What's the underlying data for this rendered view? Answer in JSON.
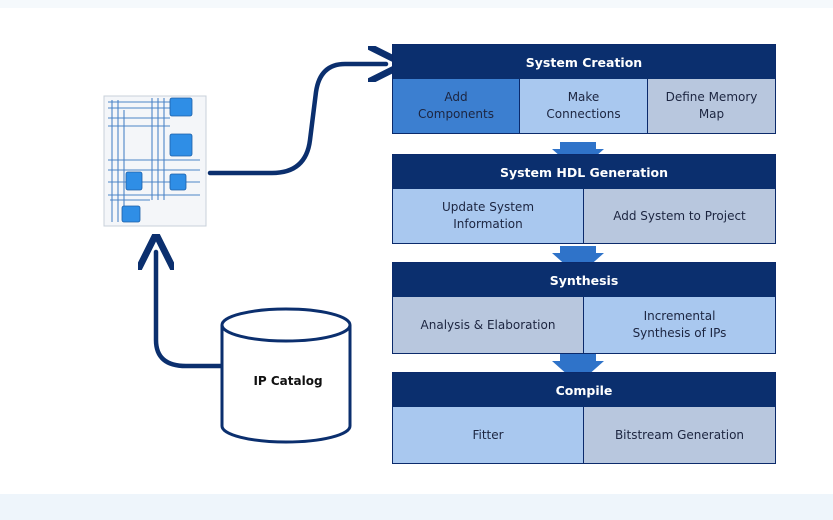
{
  "stages": [
    {
      "title": "System Creation",
      "cells": [
        {
          "label": "Add\nComponents",
          "tone": "blue"
        },
        {
          "label": "Make\nConnections",
          "tone": "light"
        },
        {
          "label": "Define Memory\nMap",
          "tone": "gray"
        }
      ]
    },
    {
      "title": "System HDL Generation",
      "cells": [
        {
          "label": "Update System\nInformation",
          "tone": "light"
        },
        {
          "label": "Add System to Project",
          "tone": "gray"
        }
      ]
    },
    {
      "title": "Synthesis",
      "cells": [
        {
          "label": "Analysis & Elaboration",
          "tone": "gray"
        },
        {
          "label": "Incremental\nSynthesis of IPs",
          "tone": "light"
        }
      ]
    },
    {
      "title": "Compile",
      "cells": [
        {
          "label": "Fitter",
          "tone": "light"
        },
        {
          "label": "Bitstream Generation",
          "tone": "gray"
        }
      ]
    }
  ],
  "ip_catalog": {
    "label": "IP Catalog"
  },
  "colors": {
    "header": "#0b2f6e",
    "arrow": "#0b2f6e",
    "connector": "#3c7fd0",
    "cell_blue": "#3c7fd0",
    "cell_light": "#a9c8ef",
    "cell_gray": "#b8c7de"
  }
}
